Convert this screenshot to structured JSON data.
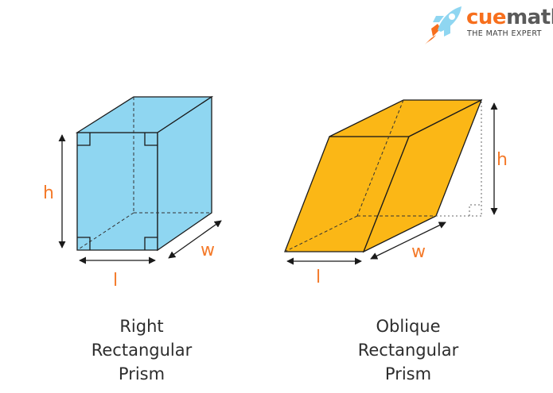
{
  "logo": {
    "cue": "cue",
    "math": "math",
    "tagline": "THE MATH EXPERT",
    "icon": "rocket-icon"
  },
  "right_prism": {
    "caption_lines": [
      "Right",
      "Rectangular",
      "Prism"
    ],
    "fill_color": "#8fd6f1",
    "label_h": "h",
    "label_l": "l",
    "label_w": "w"
  },
  "oblique_prism": {
    "caption_lines": [
      "Oblique",
      "Rectangular",
      "Prism"
    ],
    "fill_color": "#fbb716",
    "label_h": "h",
    "label_l": "l",
    "label_w": "w"
  },
  "colors": {
    "label": "#f47a2a",
    "outline": "#1a1a1a",
    "caption": "#2d2d2d"
  }
}
